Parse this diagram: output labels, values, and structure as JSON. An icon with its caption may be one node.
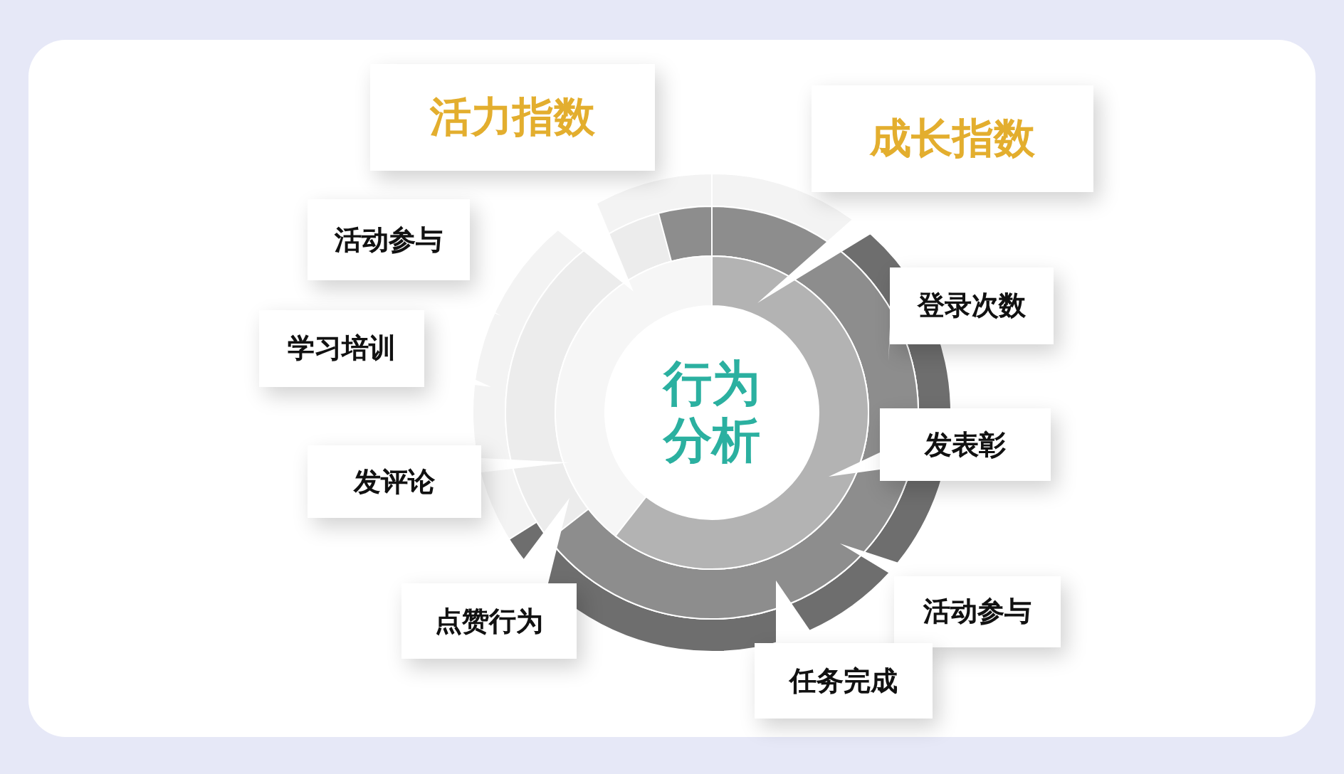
{
  "diagram": {
    "nodes": [
      {
        "text": [
          "行为分析"
        ]
      },
      {
        "text": [
          "活力指数"
        ]
      },
      {
        "text": [
          "成长指数"
        ]
      },
      {
        "text": [
          "活动参与"
        ]
      },
      {
        "text": [
          "学习培训"
        ]
      },
      {
        "text": [
          "发评论"
        ]
      },
      {
        "text": [
          "点赞行为"
        ]
      },
      {
        "text": [
          "登录次数"
        ]
      },
      {
        "text": [
          "发表彰"
        ]
      },
      {
        "text": [
          "活动参与"
        ]
      },
      {
        "text": [
          "任务完成"
        ]
      }
    ]
  }
}
